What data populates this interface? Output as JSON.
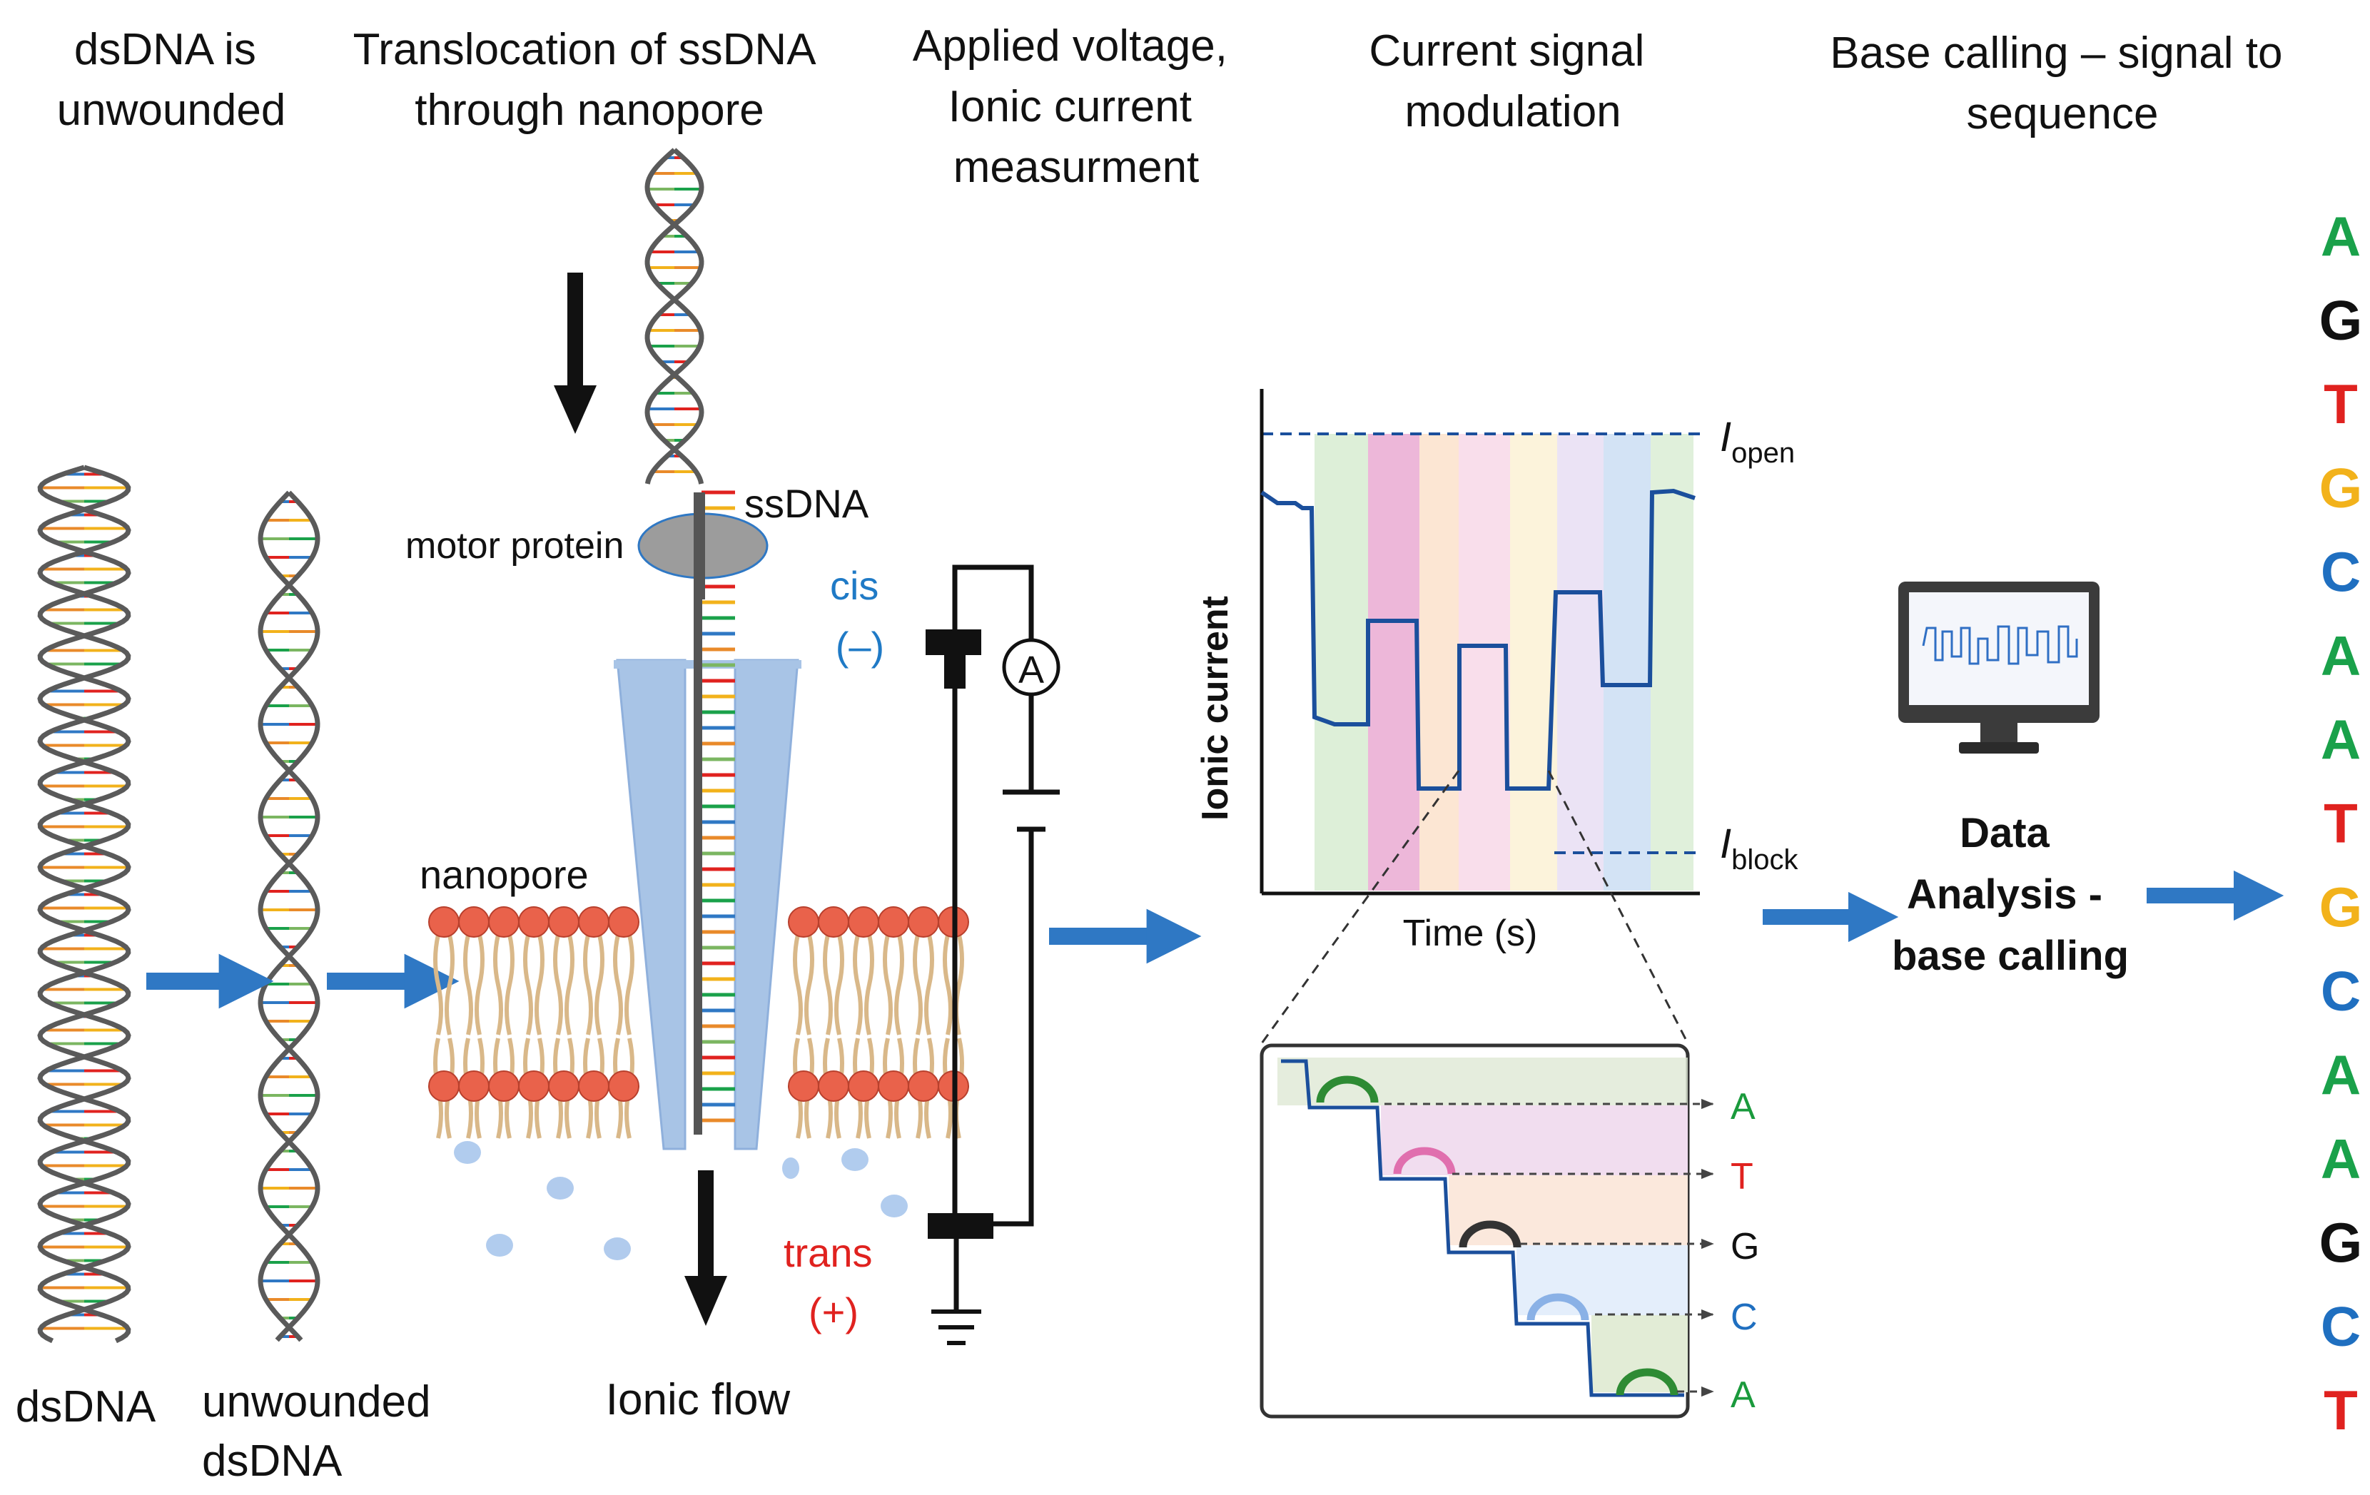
{
  "steps": [
    [
      "dsDNA is",
      "unwounded"
    ],
    [
      "Translocation of ssDNA",
      "through nanopore"
    ],
    [
      "Applied voltage,",
      "Ionic current",
      "measurment"
    ],
    [
      "Current signal",
      "modulation"
    ],
    [
      "Base calling – signal to",
      "sequence"
    ]
  ],
  "labels": {
    "dsdna": "dsDNA",
    "unwounded_1": "unwounded",
    "unwounded_2": "dsDNA",
    "ionic_flow": "Ionic flow",
    "ssdna": "ssDNA",
    "motor_protein": "motor protein",
    "cis_1": "cis",
    "cis_2": "(–)",
    "trans_1": "trans",
    "trans_2": "(+)",
    "nanopore": "nanopore",
    "ammeter": "A"
  },
  "plot": {
    "xlabel": "Time (s)",
    "ylabel": "Ionic current",
    "i_open": "I",
    "i_open_sub": "open",
    "i_block": "I",
    "i_block_sub": "block"
  },
  "zoom_bases": [
    {
      "base": "A",
      "color": "#1a9a3c"
    },
    {
      "base": "T",
      "color": "#e0221f"
    },
    {
      "base": "G",
      "color": "#111111"
    },
    {
      "base": "C",
      "color": "#1f6fc0"
    },
    {
      "base": "A",
      "color": "#1a9a3c"
    }
  ],
  "analysis": [
    "Data",
    "Analysis -",
    "base calling"
  ],
  "sequence": [
    {
      "base": "A",
      "color": "#1aa14a"
    },
    {
      "base": "G",
      "color": "#111111"
    },
    {
      "base": "T",
      "color": "#e0221f"
    },
    {
      "base": "G",
      "color": "#f2b21b"
    },
    {
      "base": "C",
      "color": "#1f6fc0"
    },
    {
      "base": "A",
      "color": "#1aa14a"
    },
    {
      "base": "A",
      "color": "#1aa14a"
    },
    {
      "base": "T",
      "color": "#e0221f"
    },
    {
      "base": "G",
      "color": "#f2b21b"
    },
    {
      "base": "C",
      "color": "#1f6fc0"
    },
    {
      "base": "A",
      "color": "#1aa14a"
    },
    {
      "base": "A",
      "color": "#1aa14a"
    },
    {
      "base": "G",
      "color": "#111111"
    },
    {
      "base": "C",
      "color": "#1f6fc0"
    },
    {
      "base": "T",
      "color": "#e0221f"
    }
  ],
  "colors": {
    "arrow": "#2f78c4",
    "pore": "#a8c4e6",
    "lipid_head": "#e9624b",
    "lipid_tail": "#d9b889",
    "trace": "#1b4f9c",
    "cis": "#1f7ac6",
    "trans": "#e0221f"
  }
}
